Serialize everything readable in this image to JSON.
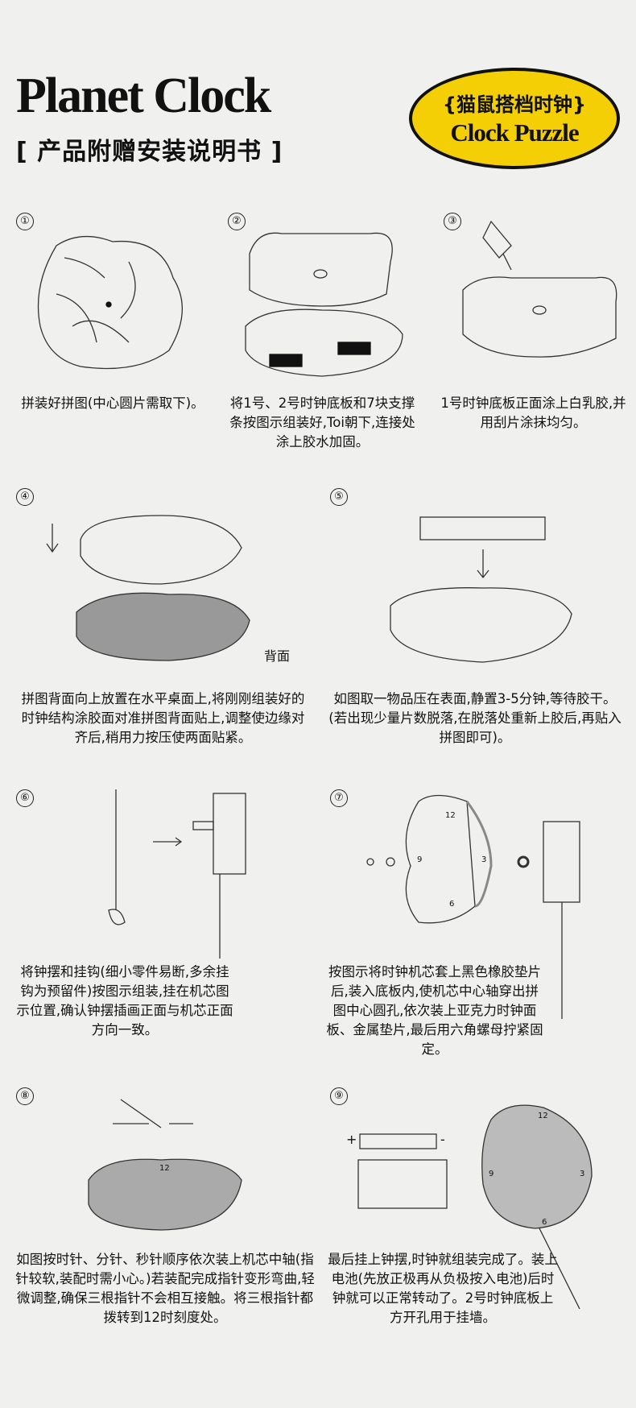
{
  "header": {
    "title": "Planet Clock",
    "subtitle": "[ 产品附赠安装说明书 ]",
    "badge_cn": "{猫鼠搭档时钟}",
    "badge_en": "Clock Puzzle",
    "badge_color": "#f5cf06"
  },
  "steps": [
    {
      "num": "①",
      "text": "拼装好拼图(中心圆片需取下)。"
    },
    {
      "num": "②",
      "text": "将1号、2号时钟底板和7块支撑条按图示组装好,Toi朝下,连接处涂上胶水加固。"
    },
    {
      "num": "③",
      "text": "1号时钟底板正面涂上白乳胶,并用刮片涂抹均匀。"
    },
    {
      "num": "④",
      "text": "拼图背面向上放置在水平桌面上,将刚刚组装好的时钟结构涂胶面对准拼图背面贴上,调整使边缘对齐后,稍用力按压使两面贴紧。",
      "label": "背面"
    },
    {
      "num": "⑤",
      "text": "如图取一物品压在表面,静置3-5分钟,等待胶干。(若出现少量片数脱落,在脱落处重新上胶后,再贴入拼图即可)。"
    },
    {
      "num": "⑥",
      "text": "将钟摆和挂钩(细小零件易断,多余挂钩为预留件)按图示组装,挂在机芯图示位置,确认钟摆插画正面与机芯正面方向一致。"
    },
    {
      "num": "⑦",
      "text": "按图示将时钟机芯套上黑色橡胶垫片后,装入底板内,使机芯中心轴穿出拼图中心圆孔,依次装上亚克力时钟面板、金属垫片,最后用六角螺母拧紧固定。",
      "dial": [
        "12",
        "3",
        "6",
        "9"
      ]
    },
    {
      "num": "⑧",
      "text": "如图按时针、分针、秒针顺序依次装上机芯中轴(指针较软,装配时需小心。)若装配完成指针变形弯曲,轻微调整,确保三根指针不会相互接触。将三根指针都拨转到12时刻度处。",
      "dial": [
        "12"
      ]
    },
    {
      "num": "⑨",
      "text": "最后挂上钟摆,时钟就组装完成了。装上电池(先放正极再从负极按入电池)后时钟就可以正常转动了。2号时钟底板上方开孔用于挂墙。",
      "battery_plus": "+",
      "battery_minus": "-",
      "dial": [
        "12",
        "3",
        "6",
        "9"
      ]
    }
  ]
}
